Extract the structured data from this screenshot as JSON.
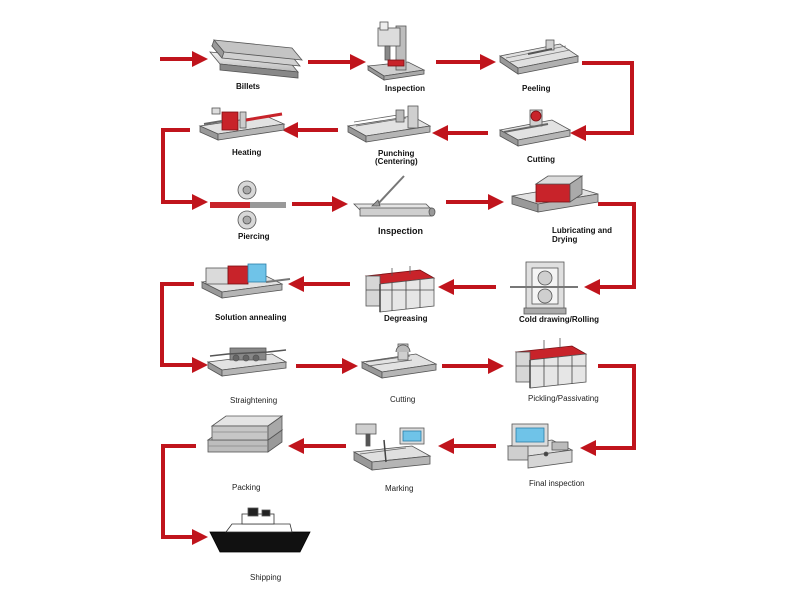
{
  "diagram": {
    "steps": {
      "billets": "Billets",
      "inspection_1": "Inspection",
      "peeling": "Peeling",
      "heating": "Heating",
      "punching_1": "Punching",
      "punching_2": "(Centering)",
      "cutting_1": "Cutting",
      "piercing": "Piercing",
      "inspection_2": "Inspection",
      "lubricating_1": "Lubricating and",
      "lubricating_2": "Drying",
      "solution_annealing": "Solution annealing",
      "degreasing": "Degreasing",
      "cold_drawing": "Cold drawing/Rolling",
      "straightening": "Straightening",
      "cutting_2": "Cutting",
      "pickling": "Pickling/Passivating",
      "packing": "Packing",
      "marking": "Marking",
      "final_inspection": "Final inspection",
      "shipping": "Shipping"
    },
    "colors": {
      "arrow": "#c0141c",
      "machine_fill": "#e6e6e6",
      "machine_stroke": "#555555",
      "accent_red": "#c8232a",
      "screen_blue": "#6fc3e8"
    }
  }
}
